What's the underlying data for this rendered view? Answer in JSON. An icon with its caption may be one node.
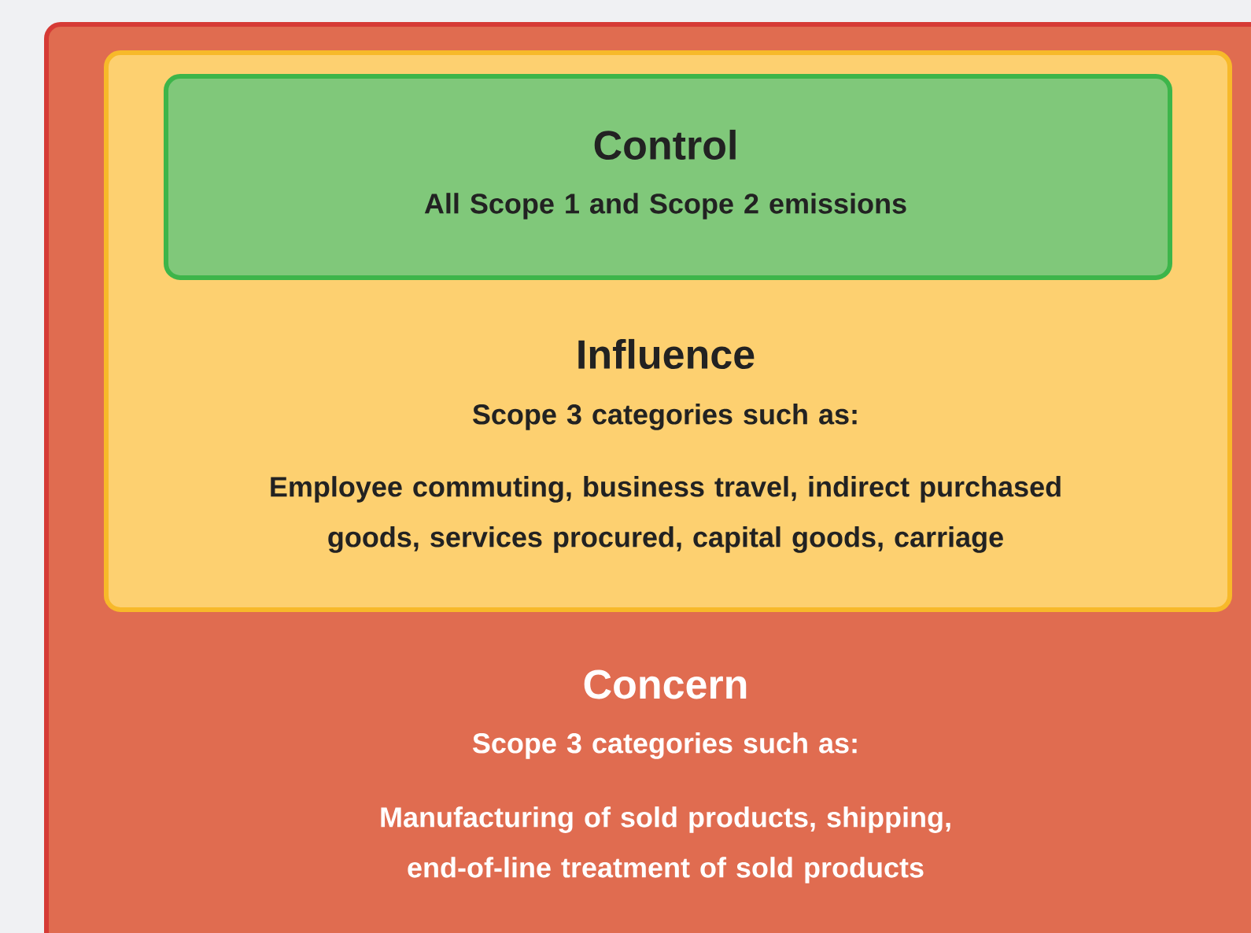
{
  "diagram": {
    "nodes": [
      {
        "text": [
          "Concern",
          "Scope 3 categories such as:",
          "Manufacturing of sold products, shipping, end-of-line treatment of sold products"
        ]
      },
      {
        "text": [
          "Influence",
          "Scope 3 categories such as:",
          "Employee commuting, business travel, indirect purchased goods, services procured, capital goods, carriage"
        ],
        "in": 0
      },
      {
        "text": [
          "Control",
          "All Scope 1 and Scope 2 emissions"
        ],
        "in": 1
      }
    ]
  }
}
